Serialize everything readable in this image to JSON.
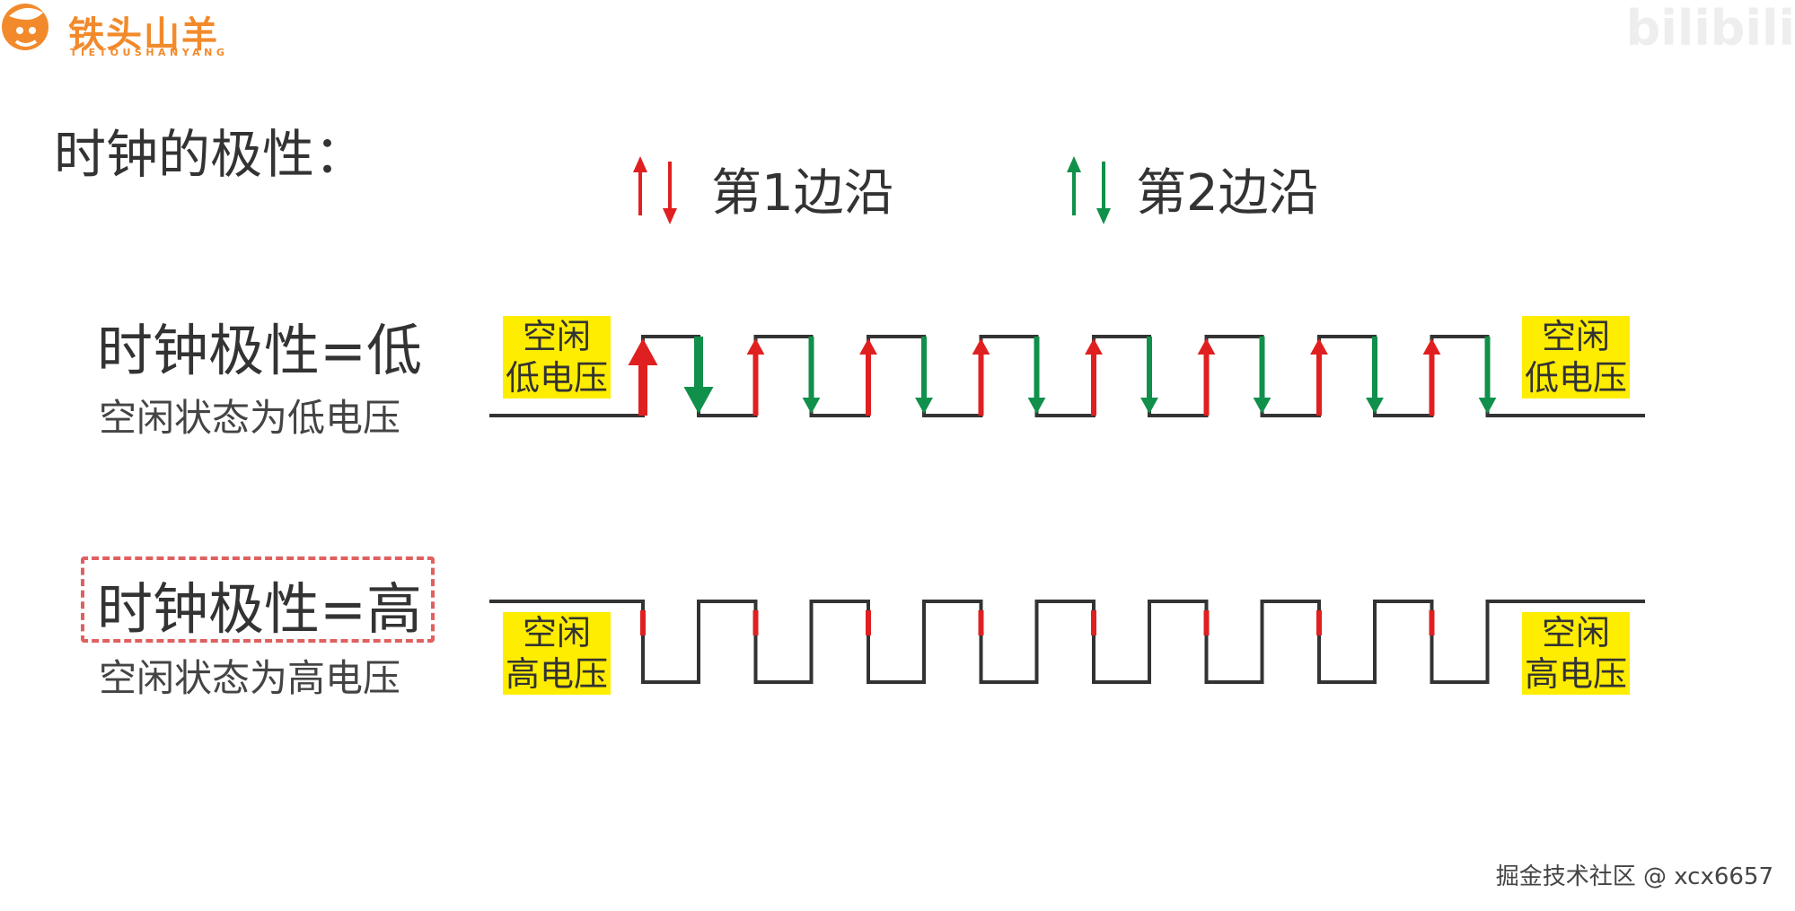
{
  "brand": {
    "name_cn": "铁头山羊",
    "name_en": "TIETOUSHANYANG",
    "mark_icon": "goat-head-icon",
    "color": "#f28a2b"
  },
  "top_right_watermark": "bilibili",
  "title": "时钟的极性：",
  "legend": {
    "edge1_label": "第1边沿",
    "edge2_label": "第2边沿",
    "edge1_color": "#e02020",
    "edge2_color": "#10904a"
  },
  "rows": [
    {
      "title": "时钟极性=低",
      "subtitle": "空闲状态为低电压",
      "idle_left": [
        "空闲",
        "低电压"
      ],
      "idle_right": [
        "空闲",
        "低电压"
      ],
      "idle_level": "low"
    },
    {
      "title": "时钟极性=高",
      "subtitle": "空闲状态为高电压",
      "idle_left": [
        "空闲",
        "高电压"
      ],
      "idle_right": [
        "空闲",
        "高电压"
      ],
      "idle_level": "high",
      "highlighted": true
    }
  ],
  "pulses": 8,
  "colors": {
    "wave": "#333333",
    "highlight": "#ffed00",
    "dashed": "#e06060"
  },
  "footer": "掘金技术社区 @ xcx6657"
}
